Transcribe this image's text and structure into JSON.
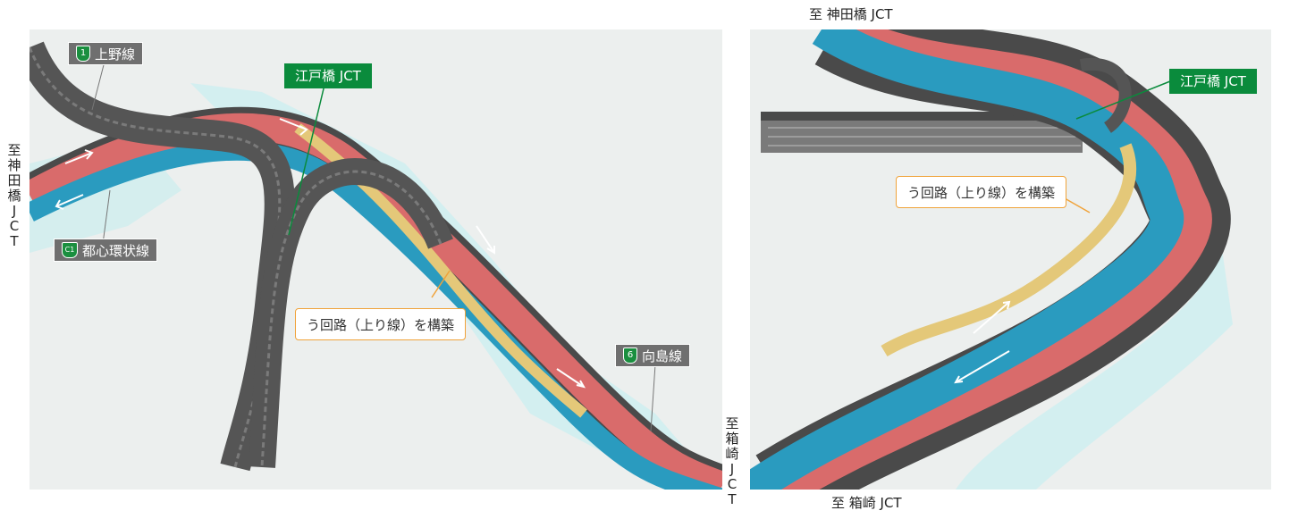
{
  "left_panel": {
    "tag_ueno": {
      "badge": "1",
      "text": "上野線"
    },
    "tag_toshin": {
      "badge": "C1",
      "text": "都心環状線"
    },
    "tag_mukojima": {
      "badge": "6",
      "text": "向島線"
    },
    "edobashi": "江戸橋 JCT",
    "callout": "う回路（上り線）を構築"
  },
  "right_panel": {
    "top_label": "至 神田橋 JCT",
    "bottom_label": "至 箱崎 JCT",
    "edobashi": "江戸橋 JCT",
    "callout": "う回路（上り線）を構築"
  },
  "side_left": [
    "至",
    "神",
    "田",
    "橋",
    "J",
    "C",
    "T"
  ],
  "side_middle": [
    "至",
    "箱",
    "崎",
    "J",
    "C",
    "T"
  ],
  "colors": {
    "road_dark": "#4a4a4a",
    "lane_red": "#d96b6b",
    "lane_blue": "#2a9bbf",
    "lane_yellow": "#e4c879",
    "green": "#0a8b3c",
    "orange": "#f0a33a"
  }
}
